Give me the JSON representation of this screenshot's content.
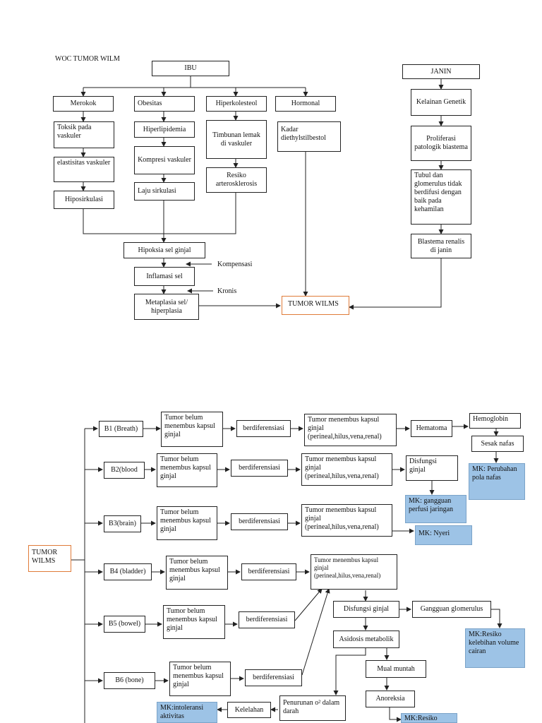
{
  "title": "WOC TUMOR WILM",
  "top": {
    "ibu": "IBU",
    "janin": "JANIN",
    "merokok": "Merokok",
    "obesitas": "Obesitas",
    "hiperkolesteol": "Hiperkolesteol",
    "hormonal": "Hormonal",
    "toksik": "Toksik pada vaskuler",
    "elastisitas": "elastisitas vaskuler",
    "hiposirkulasi": "Hiposirkulasi",
    "hiperlipidemia": "Hiperlipidemia",
    "kompresi": "Kompresi vaskuler",
    "laju": "Laju sirkulasi",
    "timbunan": "Timbunan lemak di vaskuler",
    "resiko_artero": "Resiko arterosklerosis",
    "kadar": "Kadar diethylstilbestol",
    "kelainan": "Kelainan Genetik",
    "proliferasi": "Proliferasi patologik biastema",
    "tubul": "Tubul dan glomerulus tidak berdifusi dengan baik pada kehamilan",
    "blastema": "Blastema renalis di janin",
    "hipoksia": "Hipoksia sel ginjal",
    "kompensasi": "Kompensasi",
    "inflamasi": "Inflamasi sel",
    "kronis": "Kronis",
    "metaplasia": "Metaplasia sel/ hiperplasia",
    "tumor_wilms": "TUMOR WILMS"
  },
  "bottom": {
    "tumor_wilms": "TUMOR WILMS",
    "b1": "B1 (Breath)",
    "b2": "B2(blood",
    "b3": "B3(brain)",
    "b4": "B4 (bladder)",
    "b5": "B5 (bowel)",
    "b6": "B6 (bone)",
    "tumor_belum": "Tumor belum menembus kapsul ginjal",
    "berdiferensiasi": "berdiferensiasi",
    "tumor_menembus": "Tumor menembus kapsul ginjal (perineal,hilus,vena,renal)",
    "hematoma": "Hematoma",
    "hemoglobin": "Hemoglobin",
    "sesak": "Sesak nafas",
    "mk_pola": "MK: Perubahan pola nafas",
    "disfungsi_ginjal_b2": "Disfungsi ginjal",
    "mk_perfusi": "MK: gangguan perfusi jaringan",
    "mk_nyeri": "MK: Nyeri",
    "disfungsi_ginjal": "Disfungsi ginjal",
    "gangguan_glomerulus": "Gangguan glomerulus",
    "mk_volume": "MK:Resiko kelebihan volume cairan",
    "asidosis": "Asidosis metabolik",
    "mual": "Mual muntah",
    "anoreksia": "Anoreksia",
    "penurunan": "Penurunan o² dalam darah",
    "kelelahan": "Kelelahan",
    "mk_intoleransi": "MK:intoleransi aktivitas",
    "mk_resiko": "MK:Resiko"
  }
}
